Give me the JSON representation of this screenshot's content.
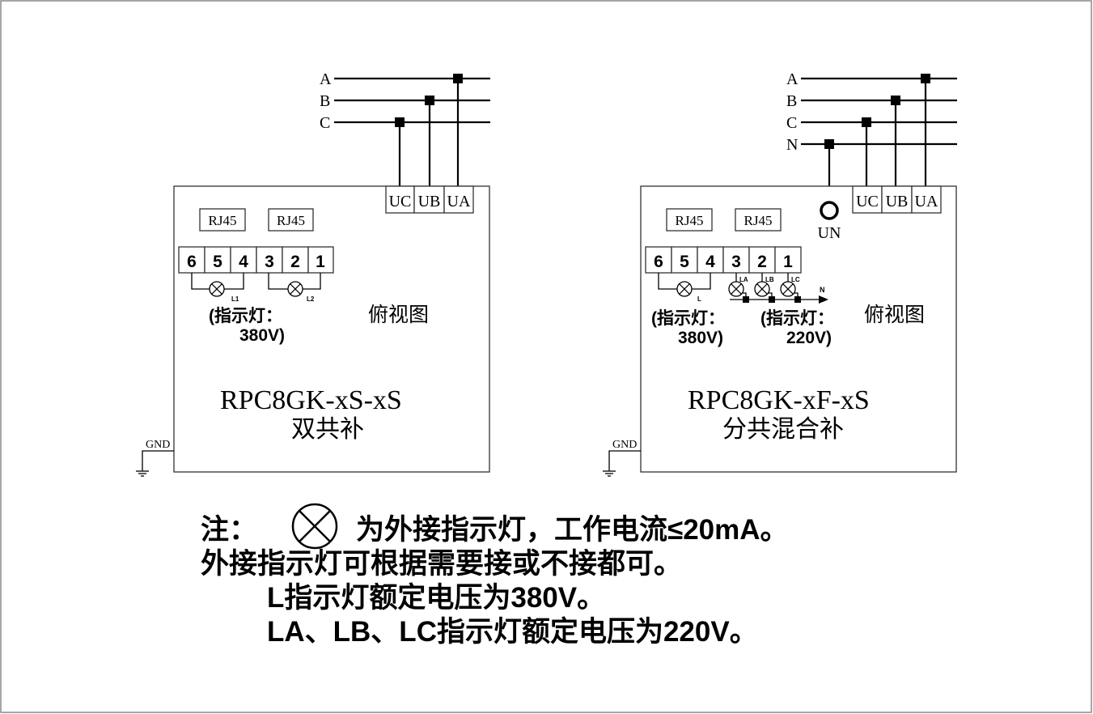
{
  "left_module": {
    "bus_labels": [
      "A",
      "B",
      "C"
    ],
    "terminals": [
      "UC",
      "UB",
      "UA"
    ],
    "rj45": [
      "RJ45",
      "RJ45"
    ],
    "pins": [
      "6",
      "5",
      "4",
      "3",
      "2",
      "1"
    ],
    "lamp_labels": [
      "L1",
      "L2"
    ],
    "indicator_note_1": "(指示灯：",
    "indicator_note_2": "380V)",
    "view_label": "俯视图",
    "model": "RPC8GK-xS-xS",
    "type": "双共补",
    "gnd": "GND"
  },
  "right_module": {
    "bus_labels": [
      "A",
      "B",
      "C",
      "N"
    ],
    "terminals": [
      "UC",
      "UB",
      "UA"
    ],
    "un": "UN",
    "rj45": [
      "RJ45",
      "RJ45"
    ],
    "pins": [
      "6",
      "5",
      "4",
      "3",
      "2",
      "1"
    ],
    "lamp_labels": [
      "L",
      "LA",
      "LB",
      "LC"
    ],
    "neutral_label": "N",
    "indicator_note_a1": "(指示灯：",
    "indicator_note_a2": "380V)",
    "indicator_note_b1": "(指示灯：",
    "indicator_note_b2": "220V)",
    "view_label": "俯视图",
    "model": "RPC8GK-xF-xS",
    "type": "分共混合补",
    "gnd": "GND"
  },
  "notes": {
    "prefix": "注：",
    "line1": "为外接指示灯，工作电流≤20mA。",
    "line2": "外接指示灯可根据需要接或不接都可。",
    "line3": "L指示灯额定电压为380V。",
    "line4": "LA、LB、LC指示灯额定电压为220V。"
  }
}
